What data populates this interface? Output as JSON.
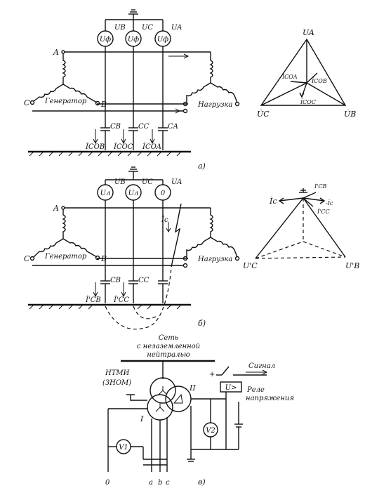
{
  "diagram_a": {
    "meters": [
      "Uф",
      "Uф",
      "Uф"
    ],
    "phase_voltages": [
      "UB",
      "UC",
      "UA"
    ],
    "node_A": "A",
    "node_B": "B",
    "node_C": "C",
    "generator": "Генератор",
    "load": "Нагрузка",
    "capacitances": [
      "CB",
      "CC",
      "CA"
    ],
    "currents": [
      "İCOB",
      "İCOC",
      "İCOA"
    ],
    "caption": "а)",
    "vector": {
      "top": "UA",
      "left": "U̇C",
      "right": "U̇B",
      "cur_a": "İCOA",
      "cur_b": "İCOB",
      "cur_c": "İCOC"
    }
  },
  "diagram_b": {
    "meters": [
      "Uл",
      "Uл",
      "0"
    ],
    "phase_voltages": [
      "UB",
      "UC",
      "UA"
    ],
    "node_A": "A",
    "node_B": "B",
    "node_C": "C",
    "generator": "Генератор",
    "load": "Нагрузка",
    "capacitances": [
      "CB",
      "CC"
    ],
    "fault_current": "İc",
    "currents": [
      "İ'CB",
      "İ'CC"
    ],
    "caption": "б)",
    "vector": {
      "ic": "İc",
      "minus_ic": "-İc",
      "icb": "İ'CB",
      "icc": "İ'CC",
      "uc": "U'C",
      "ub": "U'B"
    }
  },
  "diagram_c": {
    "network": "Сеть\nс незаземленной\nнейтралью",
    "network_lines": [
      "Сеть",
      "с незаземленной",
      "нейтралью"
    ],
    "transformer": "НТМИ",
    "transformer_alt": "(ЗНОМ)",
    "winding_1": "I",
    "winding_2": "II",
    "signal": "Сигнал",
    "relay_symbol": "U>",
    "relay_label_1": "Реле",
    "relay_label_2": "напряжения",
    "v1": "V1",
    "v2": "V2",
    "terminals": [
      "0",
      "a",
      "b",
      "c"
    ],
    "plus": "+",
    "caption": "в)"
  }
}
